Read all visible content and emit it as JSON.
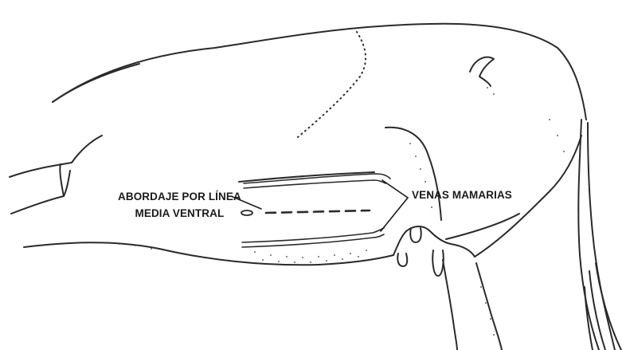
{
  "labels": {
    "midline_line1": "ABORDAJE POR LÍNEA",
    "midline_line2": "MEDIA VENTRAL",
    "mammary_veins": "VENAS MAMARIAS"
  },
  "colors": {
    "ink": "#2a2a2a",
    "background": "#ffffff"
  }
}
